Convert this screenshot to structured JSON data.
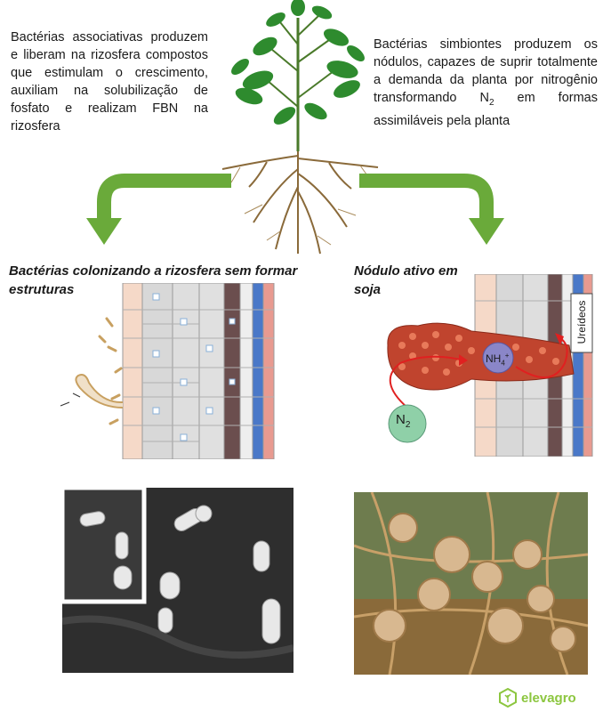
{
  "texts": {
    "left_paragraph": "Bactérias associativas produzem e liberam na rizosfera compostos que estimulam o crescimento, auxiliam na solubilização de fosfato e realizam FBN na rizosfera",
    "right_paragraph_pre": "Bactérias simbiontes produzem os nódulos, capazes de suprir totalmente a demanda da planta por nitrogênio transformando N",
    "right_paragraph_sub": "2",
    "right_paragraph_post": " em formas assimiláveis pela planta",
    "left_caption": "Bactérias colonizando a rizosfera sem formar estruturas",
    "right_caption": "Nódulo ativo em soja",
    "ureideos_label": "Ureídeos",
    "nh4_label": "NH",
    "nh4_sub": "4",
    "nh4_sup": "+",
    "n2_label": "N",
    "n2_sub": "2",
    "logo_text": "elevagro"
  },
  "colors": {
    "arrow_green": "#6aaa3a",
    "leaf_green": "#2e8b2e",
    "nodule_red": "#c0442e",
    "nh4_purple": "#8a86c8",
    "n2_green": "#8fd0a8",
    "logo_green": "#8cc63f",
    "cell_blue": "#4a78c8",
    "cell_brown": "#6b4e4e",
    "cell_pink": "#e89a90"
  },
  "icons": [
    "plant-illustration",
    "curved-arrow-left",
    "curved-arrow-right",
    "elevagro-logo-icon"
  ]
}
